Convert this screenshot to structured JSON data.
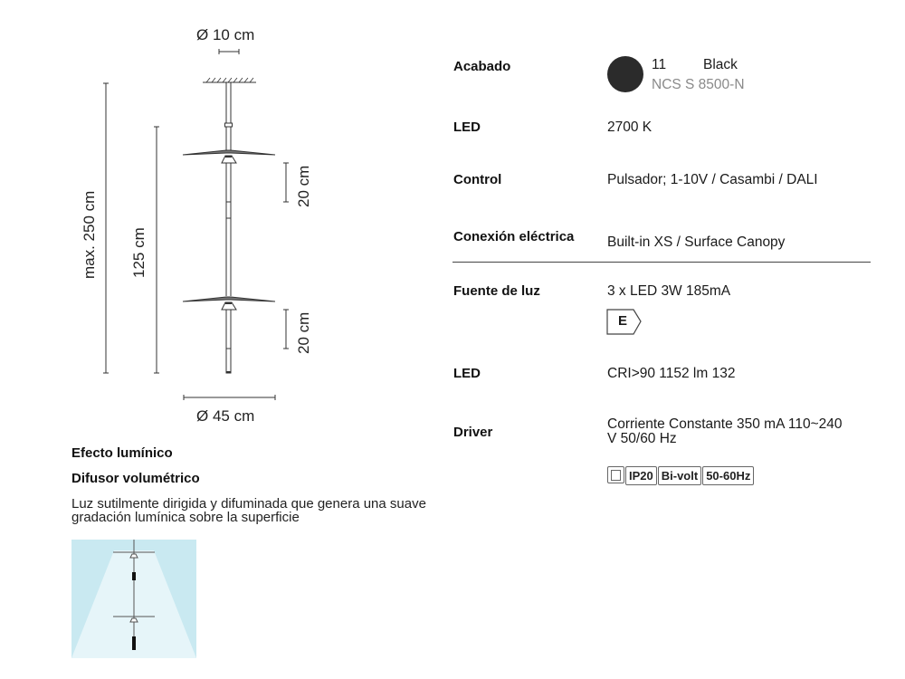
{
  "drawing": {
    "canopy_diameter": "Ø 10 cm",
    "max_height": "max. 250 cm",
    "body_height": "125 cm",
    "shade_spacing_top": "20 cm",
    "shade_spacing_bottom": "20 cm",
    "shade_diameter": "Ø 45 cm"
  },
  "effect": {
    "title": "Efecto lumínico",
    "subtitle": "Difusor volumétrico",
    "description": "Luz sutilmente dirigida y difuminada que genera una suave gradación lumínica sobre la superficie",
    "image_bg_color": "#c9e9f1",
    "beam_color": "#e6f5f9"
  },
  "specs": {
    "finish": {
      "label": "Acabado",
      "code": "11",
      "name": "Black",
      "ncs": "NCS S 8500-N",
      "swatch_color": "#2b2b2b"
    },
    "led_temp": {
      "label": "LED",
      "value": "2700 K"
    },
    "control": {
      "label": "Control",
      "value": "Pulsador; 1-10V / Casambi / DALI"
    },
    "connection": {
      "label": "Conexión eléctrica",
      "value": "Built-in XS / Surface Canopy"
    },
    "light_source": {
      "label": "Fuente de luz",
      "value": "3 x LED 3W 185mA",
      "energy_class": "E"
    },
    "led_output": {
      "label": "LED",
      "value": "CRI>90 1152 lm 132"
    },
    "driver": {
      "label": "Driver",
      "value_line1": "Corriente Constante 350 mA 110~240",
      "value_line2": "V 50/60 Hz"
    },
    "badges": [
      "IP20",
      "Bi-volt",
      "50-60Hz"
    ]
  }
}
